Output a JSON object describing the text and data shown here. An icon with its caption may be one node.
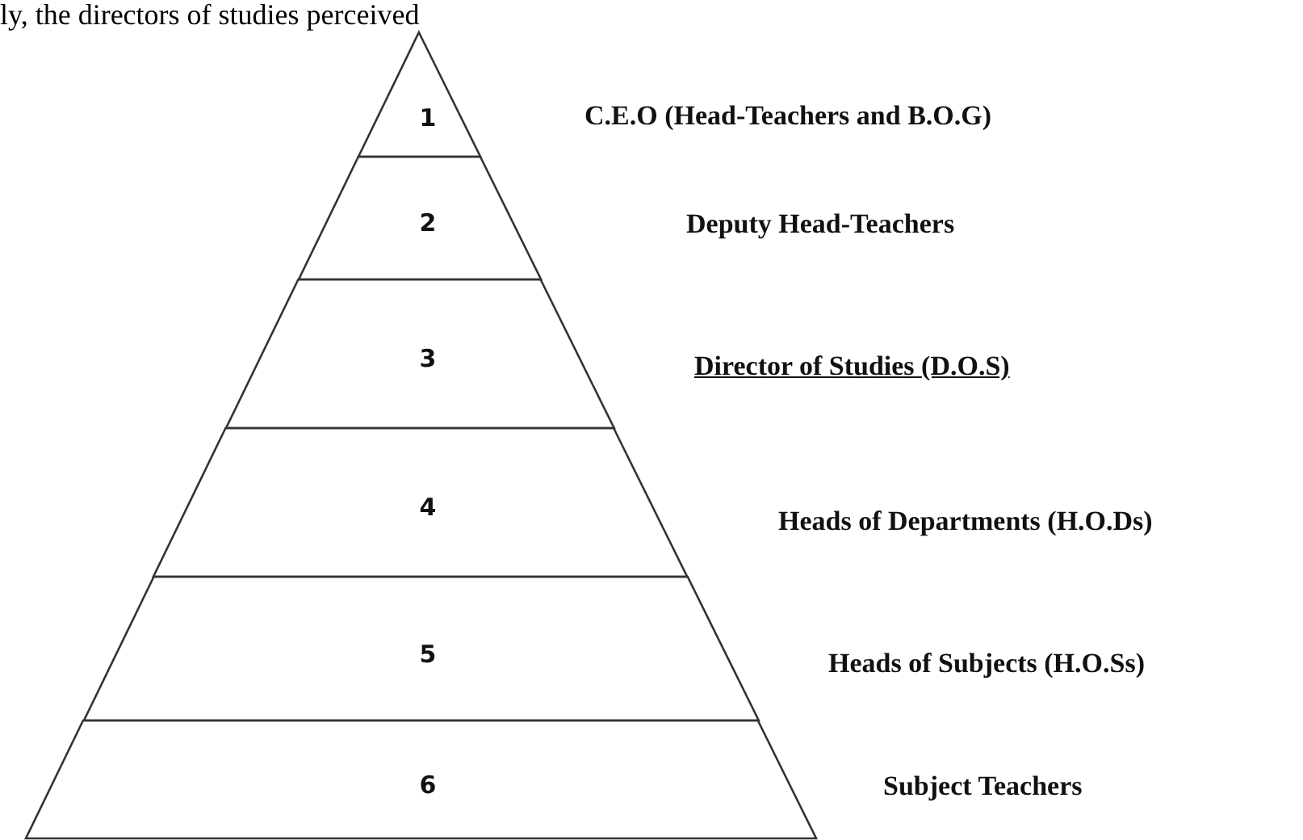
{
  "diagram": {
    "nodes": [
      {
        "text": [
          "1"
        ]
      },
      {
        "text": [
          "2"
        ]
      },
      {
        "text": [
          "3"
        ]
      },
      {
        "text": [
          "4"
        ]
      },
      {
        "text": [
          "5"
        ]
      },
      {
        "text": [
          "6"
        ]
      }
    ],
    "labels": [
      "ly, the directors of studies perceived",
      "C.E.O (Head-Teachers and B.O.G)",
      "Deputy Head-Teachers",
      "Director of Studies (D.O.S)",
      "Heads of Departments (H.O.Ds)",
      "Heads of Subjects (H.O.Ss)",
      "Subject Teachers"
    ]
  }
}
